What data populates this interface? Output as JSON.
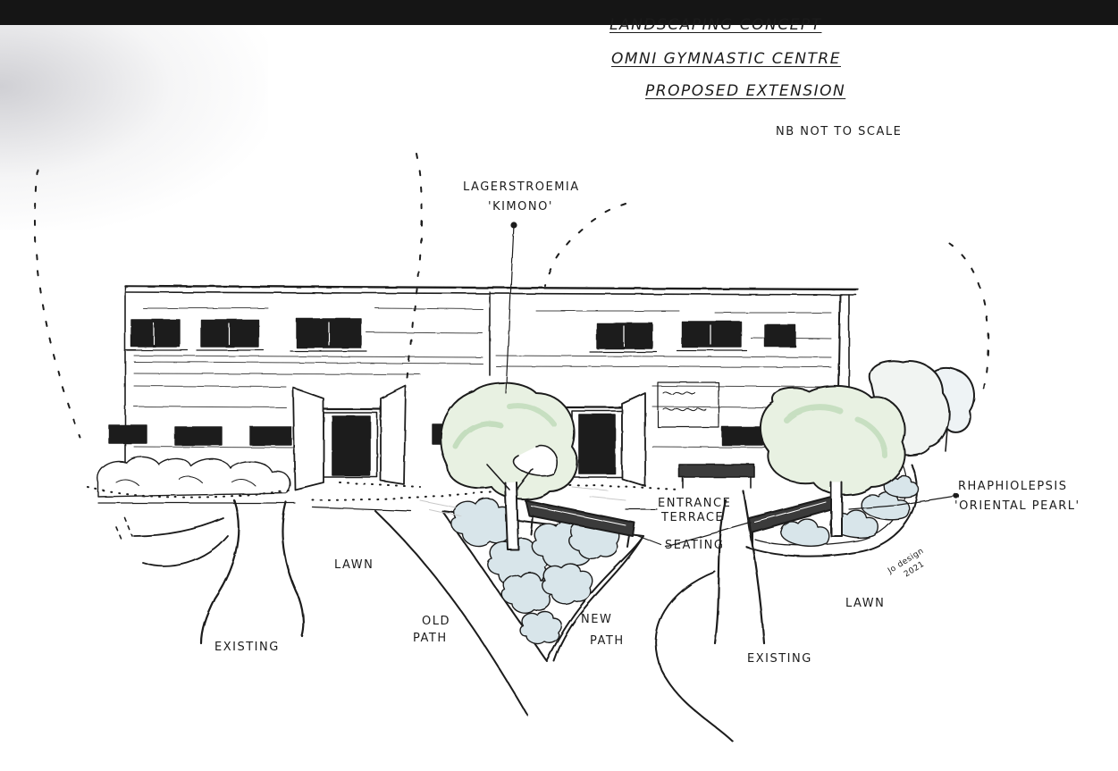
{
  "title_block": {
    "line1": "Landscaping Concept",
    "line2": "Omni Gymnastic Centre",
    "line3": "Proposed Extension",
    "note": "NB Not To Scale"
  },
  "labels": {
    "lagerstroemia_line1": "Lagerstroemia",
    "lagerstroemia_line2": "'Kimono'",
    "rhaphiolepsis_line1": "Rhaphiolepsis",
    "rhaphiolepsis_line2": "'Oriental Pearl'",
    "entrance_line1": "Entrance",
    "entrance_line2": "Terrace",
    "seating": "Seating",
    "lawn_left": "Lawn",
    "lawn_right": "Lawn",
    "old_path_line1": "Old",
    "old_path_line2": "Path",
    "new_path_line1": "New",
    "new_path_line2": "Path",
    "existing_left": "Existing",
    "existing_right": "Existing",
    "signature_line1": "Jo design",
    "signature_line2": "2021"
  },
  "colors": {
    "ink": "#1c1c1c",
    "tree_green": "#9fc99a",
    "shrub_blue": "#8fb0bd",
    "paper": "#ffffff"
  }
}
